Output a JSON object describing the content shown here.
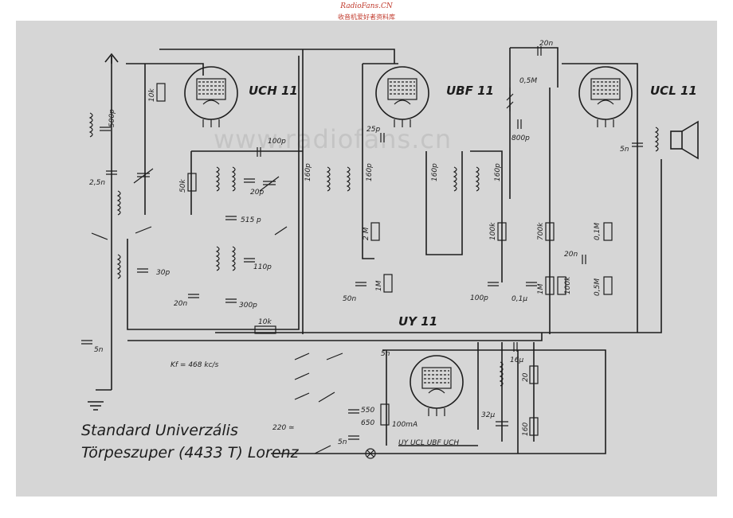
{
  "header": {
    "site": "RadioFans.CN",
    "subtitle": "收音机爱好者资料库"
  },
  "watermark": "www.radiofans.cn",
  "tubes": {
    "uch11": "UCH 11",
    "ubf11": "UBF 11",
    "ucl11": "UCL 11",
    "uy11": "UY 11"
  },
  "labels": {
    "c_500p": "500p",
    "c_2_5n": "2,5n",
    "r_10k": "10k",
    "c_30p": "30p",
    "c_5n_ant": "5n",
    "r_50k": "50k",
    "c_100p_top": "100p",
    "c_20p": "20p",
    "c_515p": "515 p",
    "c_110p": "110p",
    "c_300p": "300p",
    "c_20n_osc": "20n",
    "c_160p_1": "160p",
    "c_160p_2": "160p",
    "c_160p_3": "160p",
    "c_160p_4": "160p",
    "c_25p": "25p",
    "r_2m": "2 M",
    "c_50n": "50n",
    "r_1m_a": "1M",
    "c_20n_top": "20n",
    "pot_0_5m": "0,5M",
    "c_800p": "800p",
    "r_100k_a": "100k",
    "c_100p_bot": "100p",
    "r_700k": "700k",
    "c_0_1u": "0,1μ",
    "r_1m_b": "1M",
    "r_100k_b": "100k",
    "c_20n_mid": "20n",
    "r_0_1m": "0,1M",
    "r_0_5m": "0,5M",
    "c_5n_out": "5n",
    "r_10k_bot": "10k",
    "c_5n_uy": "5n",
    "c_16u": "16μ",
    "r_20": "20",
    "c_32u": "32μ",
    "r_160": "160",
    "tap_550": "550",
    "tap_650": "650",
    "fuse_100ma": "100mA",
    "c_5n_mains": "5n",
    "mains_220": "220 ≃",
    "if_freq": "Kf = 468 kc/s",
    "heater_chain": "UY  UCL  UBF  UCH"
  },
  "title": {
    "line1": "Standard Univerzális",
    "line2": "Törpeszuper (4433 T) Lorenz"
  }
}
